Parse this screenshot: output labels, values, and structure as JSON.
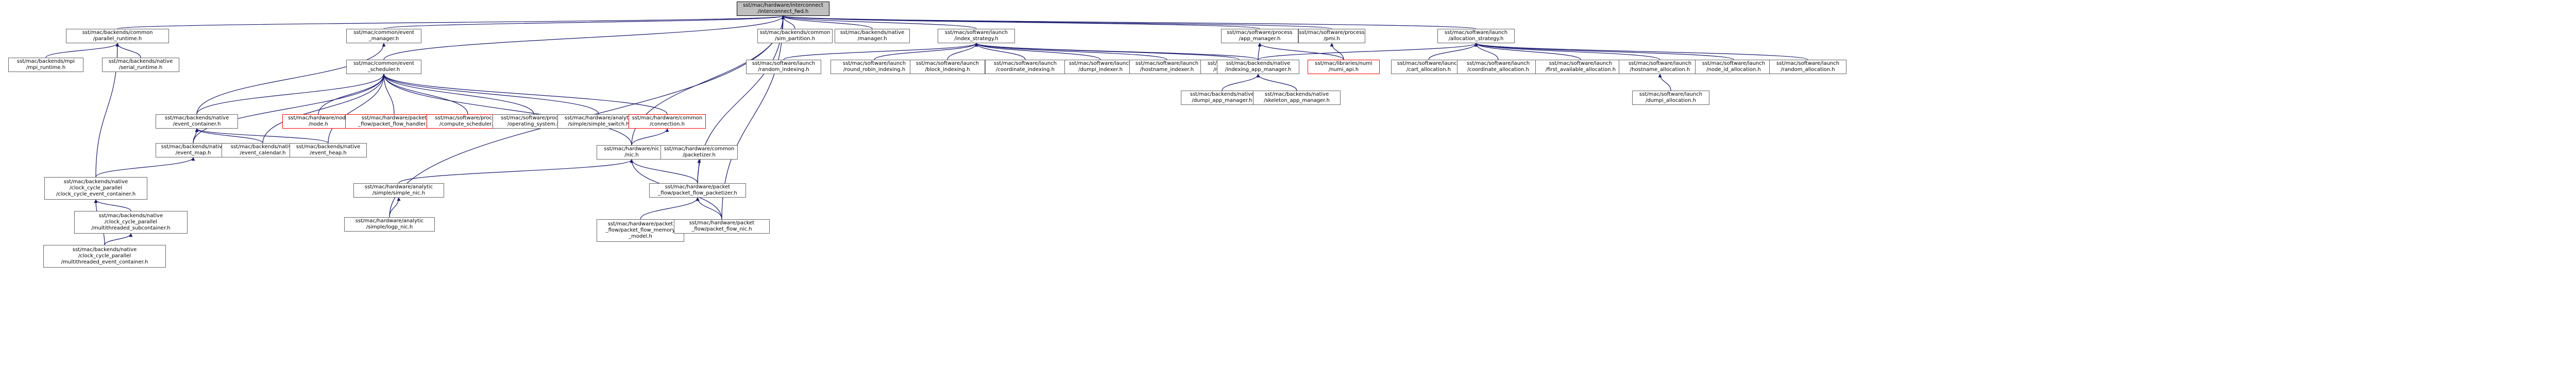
{
  "colors": {
    "edge": "#191970",
    "border": "#666666",
    "missing_border": "#ff0000",
    "focus_fill": "#bfbfbf"
  },
  "nodes": [
    {
      "id": "root",
      "lines": [
        "sst/mac/hardware/interconnect",
        "/interconnect_fwd.h"
      ],
      "style": "focus"
    },
    {
      "id": "pr",
      "lines": [
        "sst/mac/backends/common",
        "/parallel_runtime.h"
      ]
    },
    {
      "id": "mpiru",
      "lines": [
        "sst/mac/backends/mpi",
        "/mpi_runtime.h"
      ]
    },
    {
      "id": "serial",
      "lines": [
        "sst/mac/backends/native",
        "/serial_runtime.h"
      ]
    },
    {
      "id": "evmgr",
      "lines": [
        "sst/mac/common/event",
        "_manager.h"
      ]
    },
    {
      "id": "evsched",
      "lines": [
        "sst/mac/common/event",
        "_scheduler.h"
      ]
    },
    {
      "id": "evcont",
      "lines": [
        "sst/mac/backends/native",
        "/event_container.h"
      ]
    },
    {
      "id": "evmap",
      "lines": [
        "sst/mac/backends/native",
        "/event_map.h"
      ]
    },
    {
      "id": "evcal",
      "lines": [
        "sst/mac/backends/native",
        "/event_calendar.h"
      ]
    },
    {
      "id": "evheap",
      "lines": [
        "sst/mac/backends/native",
        "/event_heap.h"
      ]
    },
    {
      "id": "ccp",
      "lines": [
        "sst/mac/backends/native",
        "/clock_cycle_parallel",
        "/clock_cycle_event_container.h"
      ]
    },
    {
      "id": "mts",
      "lines": [
        "sst/mac/backends/native",
        "/clock_cycle_parallel",
        "/multithreaded_subcontainer.h"
      ]
    },
    {
      "id": "mtec",
      "lines": [
        "sst/mac/backends/native",
        "/clock_cycle_parallel",
        "/multithreaded_event_container.h"
      ]
    },
    {
      "id": "hwnode",
      "lines": [
        "sst/mac/hardware/node",
        "/node.h"
      ],
      "style": "missing"
    },
    {
      "id": "pfh",
      "lines": [
        "sst/mac/hardware/packet",
        "_flow/packet_flow_handler.h"
      ],
      "style": "missing"
    },
    {
      "id": "compsched",
      "lines": [
        "sst/mac/software/process",
        "/compute_scheduler.h"
      ],
      "style": "missing"
    },
    {
      "id": "opsys",
      "lines": [
        "sst/mac/software/process",
        "/operating_system.h"
      ]
    },
    {
      "id": "ssw",
      "lines": [
        "sst/mac/hardware/analytic",
        "/simple/simple_switch.h"
      ]
    },
    {
      "id": "conn",
      "lines": [
        "sst/mac/hardware/common",
        "/connection.h"
      ],
      "style": "missing"
    },
    {
      "id": "nic",
      "lines": [
        "sst/mac/hardware/nic",
        "/nic.h"
      ]
    },
    {
      "id": "pktz",
      "lines": [
        "sst/mac/hardware/common",
        "/packetizer.h"
      ]
    },
    {
      "id": "simplenic",
      "lines": [
        "sst/mac/hardware/analytic",
        "/simple/simple_nic.h"
      ]
    },
    {
      "id": "pfpktz",
      "lines": [
        "sst/mac/hardware/packet",
        "_flow/packet_flow_packetizer.h"
      ]
    },
    {
      "id": "pfmem",
      "lines": [
        "sst/mac/hardware/packet",
        "_flow/packet_flow_memory",
        "_model.h"
      ]
    },
    {
      "id": "pfnic",
      "lines": [
        "sst/mac/hardware/packet",
        "_flow/packet_flow_nic.h"
      ]
    },
    {
      "id": "logp",
      "lines": [
        "sst/mac/hardware/analytic",
        "/simple/logp_nic.h"
      ]
    },
    {
      "id": "simpart",
      "lines": [
        "sst/mac/backends/common",
        "/sim_partition.h"
      ]
    },
    {
      "id": "nativemgr",
      "lines": [
        "sst/mac/backends/native",
        "/manager.h"
      ]
    },
    {
      "id": "idxstrat",
      "lines": [
        "sst/mac/software/launch",
        "/index_strategy.h"
      ]
    },
    {
      "id": "ridx",
      "lines": [
        "sst/mac/software/launch",
        "/random_indexing.h"
      ]
    },
    {
      "id": "rridx",
      "lines": [
        "sst/mac/software/launch",
        "/round_robin_indexing.h"
      ]
    },
    {
      "id": "bidx",
      "lines": [
        "sst/mac/software/launch",
        "/block_indexing.h"
      ]
    },
    {
      "id": "cidx",
      "lines": [
        "sst/mac/software/launch",
        "/coordinate_indexing.h"
      ]
    },
    {
      "id": "didx",
      "lines": [
        "sst/mac/software/launch",
        "/dumpi_indexer.h"
      ]
    },
    {
      "id": "hidx",
      "lines": [
        "sst/mac/software/launch",
        "/hostname_indexer.h"
      ]
    },
    {
      "id": "nidx",
      "lines": [
        "sst/mac/software/launch",
        "/node_id_indexing.h"
      ]
    },
    {
      "id": "appmgr",
      "lines": [
        "sst/mac/software/process",
        "/app_manager.h"
      ]
    },
    {
      "id": "nim",
      "lines": [
        "sst/mac/backends/native",
        "/indexing_app_manager.h"
      ]
    },
    {
      "id": "dam",
      "lines": [
        "sst/mac/backends/native",
        "/dumpi_app_manager.h"
      ]
    },
    {
      "id": "skam",
      "lines": [
        "sst/mac/backends/native",
        "/skeleton_app_manager.h"
      ]
    },
    {
      "id": "pmi",
      "lines": [
        "sst/mac/software/process",
        "/pmi.h"
      ]
    },
    {
      "id": "numi",
      "lines": [
        "sst/mac/libraries/numi",
        "/numi_api.h"
      ],
      "style": "missing"
    },
    {
      "id": "allocstrat",
      "lines": [
        "sst/mac/software/launch",
        "/allocation_strategy.h"
      ]
    },
    {
      "id": "cartalloc",
      "lines": [
        "sst/mac/software/launch",
        "/cart_allocation.h"
      ]
    },
    {
      "id": "coordalloc",
      "lines": [
        "sst/mac/software/launch",
        "/coordinate_allocation.h"
      ]
    },
    {
      "id": "firstalloc",
      "lines": [
        "sst/mac/software/launch",
        "/first_available_allocation.h"
      ]
    },
    {
      "id": "hostalloc",
      "lines": [
        "sst/mac/software/launch",
        "/hostname_allocation.h"
      ]
    },
    {
      "id": "nodealloc",
      "lines": [
        "sst/mac/software/launch",
        "/node_id_allocation.h"
      ]
    },
    {
      "id": "randalloc",
      "lines": [
        "sst/mac/software/launch",
        "/random_allocation.h"
      ]
    },
    {
      "id": "dumpialloc",
      "lines": [
        "sst/mac/software/launch",
        "/dumpi_allocation.h"
      ]
    }
  ]
}
